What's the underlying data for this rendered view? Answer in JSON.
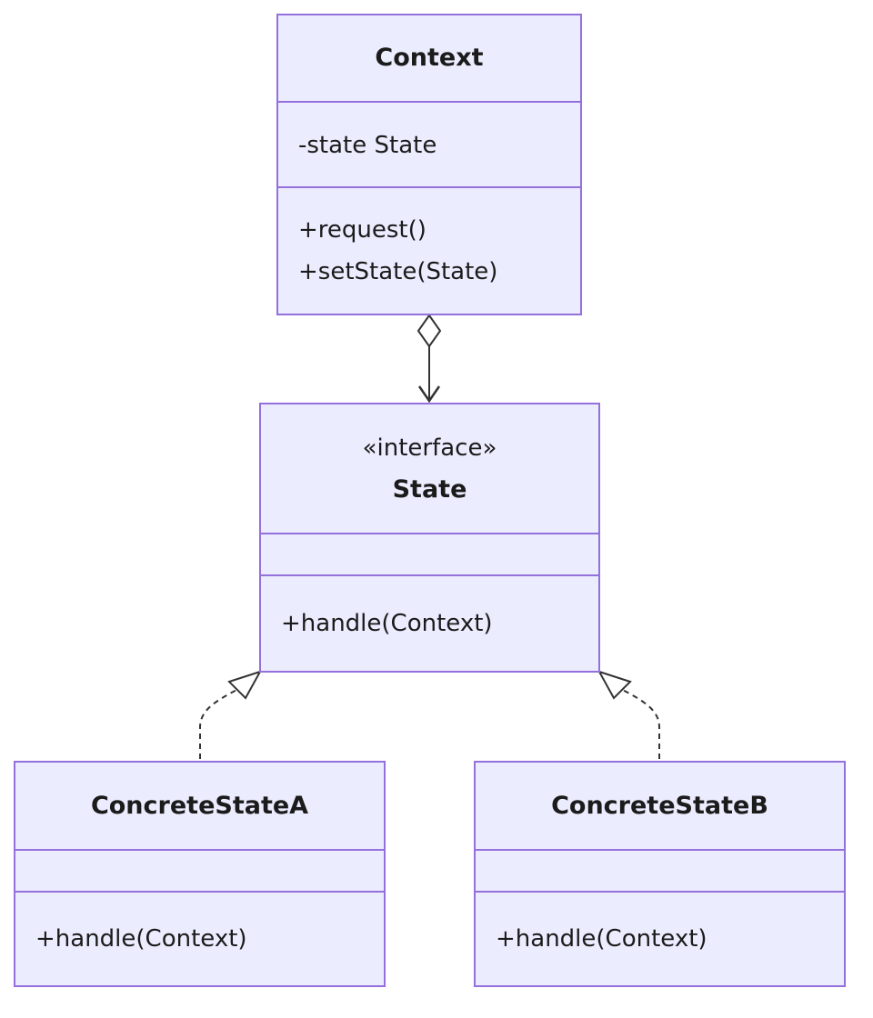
{
  "diagram": {
    "classes": {
      "context": {
        "name": "Context",
        "attributes": [
          "-state State"
        ],
        "methods": [
          "+request()",
          "+setState(State)"
        ]
      },
      "state": {
        "stereotype": "«interface»",
        "name": "State",
        "attributes": [],
        "methods": [
          "+handle(Context)"
        ]
      },
      "concrete_state_a": {
        "name": "ConcreteStateA",
        "attributes": [],
        "methods": [
          "+handle(Context)"
        ]
      },
      "concrete_state_b": {
        "name": "ConcreteStateB",
        "attributes": [],
        "methods": [
          "+handle(Context)"
        ]
      }
    },
    "relationships": [
      {
        "from": "Context",
        "to": "State",
        "type": "aggregation"
      },
      {
        "from": "ConcreteStateA",
        "to": "State",
        "type": "realization"
      },
      {
        "from": "ConcreteStateB",
        "to": "State",
        "type": "realization"
      }
    ],
    "colors": {
      "box_fill": "#ECECFF",
      "box_border": "#9370DB",
      "line": "#333333"
    }
  }
}
